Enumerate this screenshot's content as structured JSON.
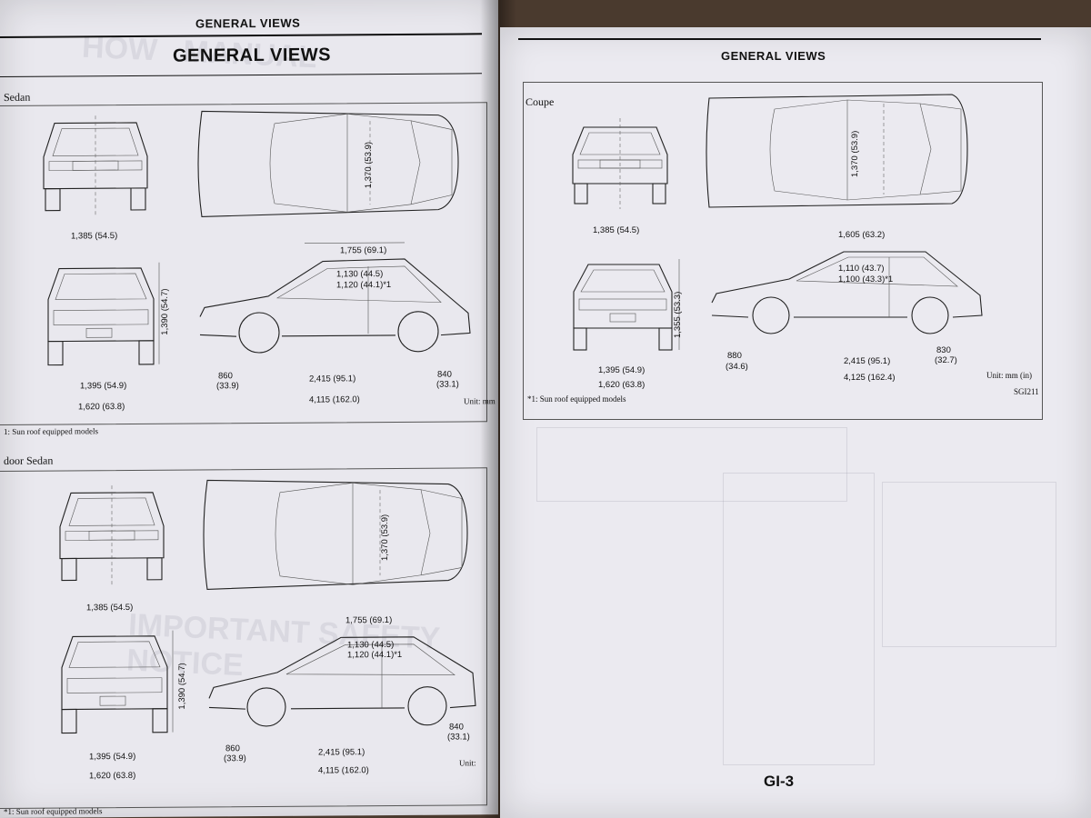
{
  "left_page": {
    "running_header": "GENERAL VIEWS",
    "title": "GENERAL VIEWS",
    "sections": [
      {
        "label": "Sedan",
        "dims": {
          "front_track_top": "1,385 (54.5)",
          "roof_width": "1,370 (53.9)",
          "length_top": "1,755 (69.1)",
          "height_1": "1,130 (44.5)",
          "height_2": "1,120 (44.1)*1",
          "overall_height": "1,390 (54.7)",
          "rear_track": "1,395 (54.9)",
          "overall_width": "1,620 (63.8)",
          "front_overhang": "860",
          "front_overhang_in": "(33.9)",
          "wheelbase": "2,415 (95.1)",
          "rear_overhang": "840",
          "rear_overhang_in": "(33.1)",
          "overall_length": "4,115 (162.0)"
        },
        "unit": "Unit: mm",
        "footnote": "1: Sun roof equipped models"
      },
      {
        "label": "door Sedan",
        "dims": {
          "front_track_top": "1,385 (54.5)",
          "roof_width": "1,370 (53.9)",
          "length_top": "1,755 (69.1)",
          "height_1": "1,130 (44.5)",
          "height_2": "1,120 (44.1)*1",
          "overall_height": "1,390 (54.7)",
          "rear_track": "1,395 (54.9)",
          "overall_width": "1,620 (63.8)",
          "front_overhang": "860",
          "front_overhang_in": "(33.9)",
          "wheelbase": "2,415 (95.1)",
          "rear_overhang": "840",
          "rear_overhang_in": "(33.1)",
          "overall_length": "4,115 (162.0)"
        },
        "unit": "Unit:",
        "footnote": "*1: Sun roof equipped models"
      }
    ]
  },
  "right_page": {
    "running_header": "GENERAL VIEWS",
    "section_label": "Coupe",
    "dims": {
      "front_track_top": "1,385 (54.5)",
      "roof_width": "1,370 (53.9)",
      "length_top": "1,605 (63.2)",
      "height_1": "1,110 (43.7)",
      "height_2": "1,100 (43.3)*1",
      "overall_height": "1,355 (53.3)",
      "rear_track": "1,395 (54.9)",
      "overall_width": "1,620 (63.8)",
      "front_overhang": "880",
      "front_overhang_in": "(34.6)",
      "wheelbase": "2,415 (95.1)",
      "rear_overhang": "830",
      "rear_overhang_in": "(32.7)",
      "overall_length": "4,125 (162.4)"
    },
    "unit": "Unit: mm (in)",
    "figure_code": "SGI211",
    "footnote": "*1: Sun roof equipped models",
    "page_number": "GI-3"
  }
}
